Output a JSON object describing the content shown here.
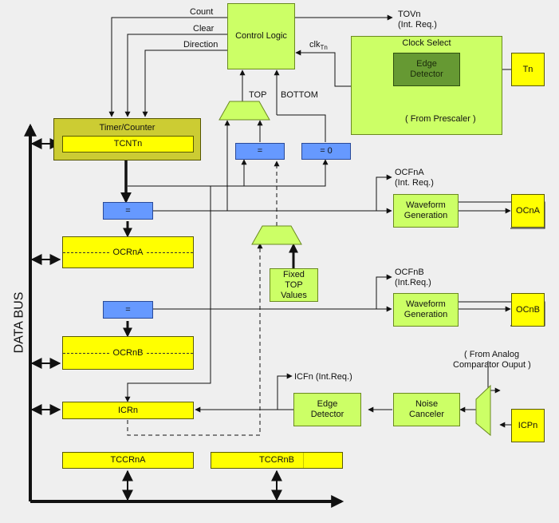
{
  "bus_label": "DATA BUS",
  "blocks": {
    "control_logic": "Control Logic",
    "clock_select": "Clock Select",
    "edge_detector_clk": "Edge\nDetector",
    "tn": "Tn",
    "from_prescaler": "( From Prescaler )",
    "timer_counter": "Timer/Counter",
    "tcntn": "TCNTn",
    "eq_top": "=",
    "eq_zero": "= 0",
    "eq_a": "=",
    "eq_b": "=",
    "ocrna": "OCRnA",
    "ocrnb": "OCRnB",
    "icrn": "ICRn",
    "tccrna": "TCCRnA",
    "tccrnb": "TCCRnB",
    "fixed_top": "Fixed\nTOP\nValues",
    "waveform_a": "Waveform\nGeneration",
    "waveform_b": "Waveform\nGeneration",
    "ocna": "OCnA",
    "ocnb": "OCnB",
    "edge_detector_ic": "Edge\nDetector",
    "noise_canceler": "Noise\nCanceler",
    "icpn": "ICPn"
  },
  "signals": {
    "count": "Count",
    "clear": "Clear",
    "direction": "Direction",
    "tovn": "TOVn",
    "tovn_int": "(Int. Req.)",
    "clk": "clk",
    "clk_sub": "Tn",
    "top": "TOP",
    "bottom": "BOTTOM",
    "ocfna": "OCFnA",
    "ocfna_int": "(Int. Req.)",
    "ocfnb": "OCFnB",
    "ocfnb_int": "(Int.Req.)",
    "icfn": "ICFn (Int.Req.)",
    "from_analog_1": "( From Analog",
    "from_analog_2": "Comparator Ouput )"
  },
  "colors": {
    "register": "#ffff00",
    "logic": "#ccff66",
    "comparator": "#6699ff",
    "timer_block": "#cccc33",
    "edge_detector_clk": "#669933",
    "background": "#efefef"
  }
}
